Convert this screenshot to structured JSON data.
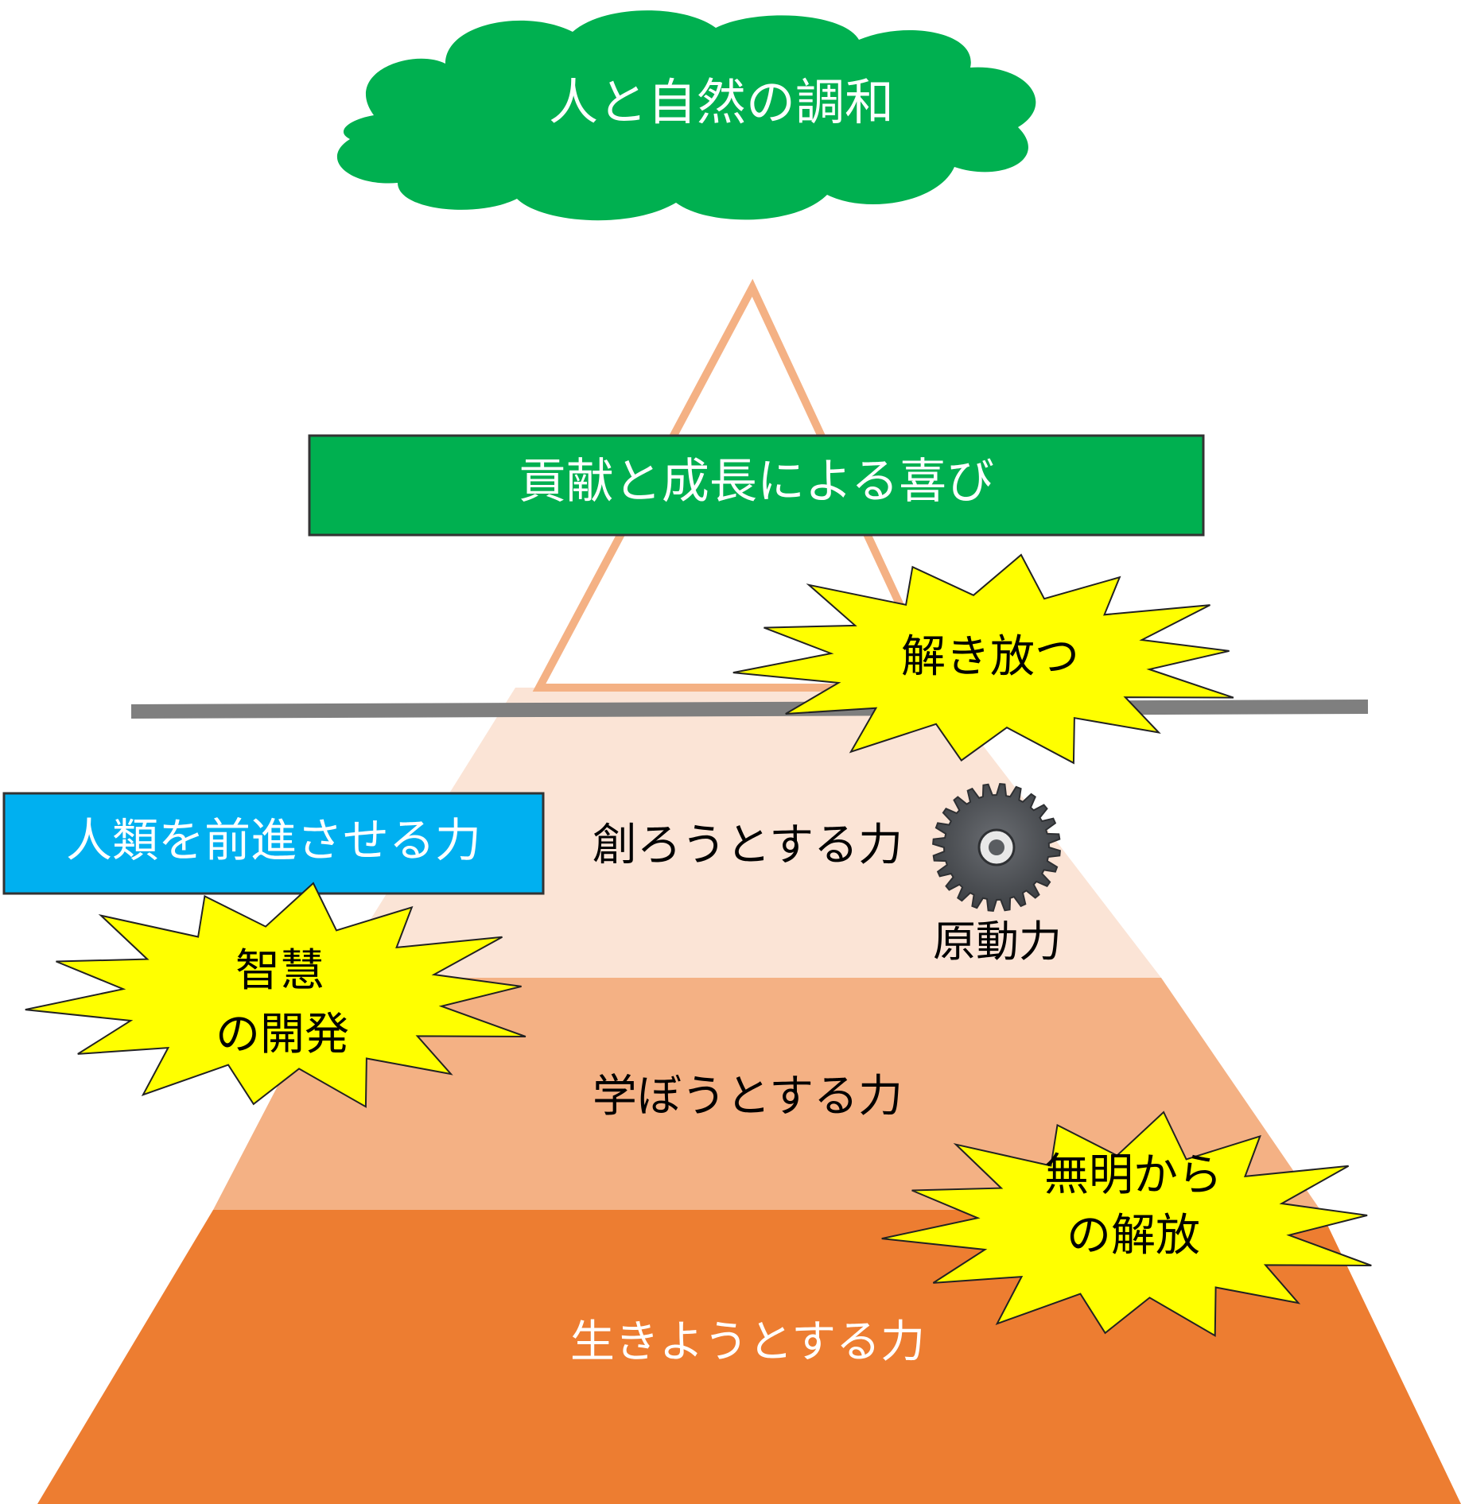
{
  "cloud": {
    "label": "人と自然の調和",
    "color": "#00b050"
  },
  "top_banner": {
    "label": "貢献と成長による喜び",
    "color": "#00b050"
  },
  "left_banner": {
    "label": "人類を前進させる力",
    "color": "#00b0f0"
  },
  "levels": {
    "top": {
      "label": "創ろうとする力",
      "color": "#fbe4d6"
    },
    "middle": {
      "label": "学ぼうとする力",
      "color": "#f4b184"
    },
    "bottom": {
      "label": "生きようとする力",
      "color": "#ed7d31"
    }
  },
  "gear": {
    "label": "原動力",
    "icon": "gear-icon"
  },
  "bursts": {
    "release": {
      "label": "解き放つ"
    },
    "wisdom": {
      "line1": "智慧",
      "line2": "の開発"
    },
    "ignorance": {
      "line1": "無明から",
      "line2": "の解放"
    },
    "color": "#ffff00"
  }
}
